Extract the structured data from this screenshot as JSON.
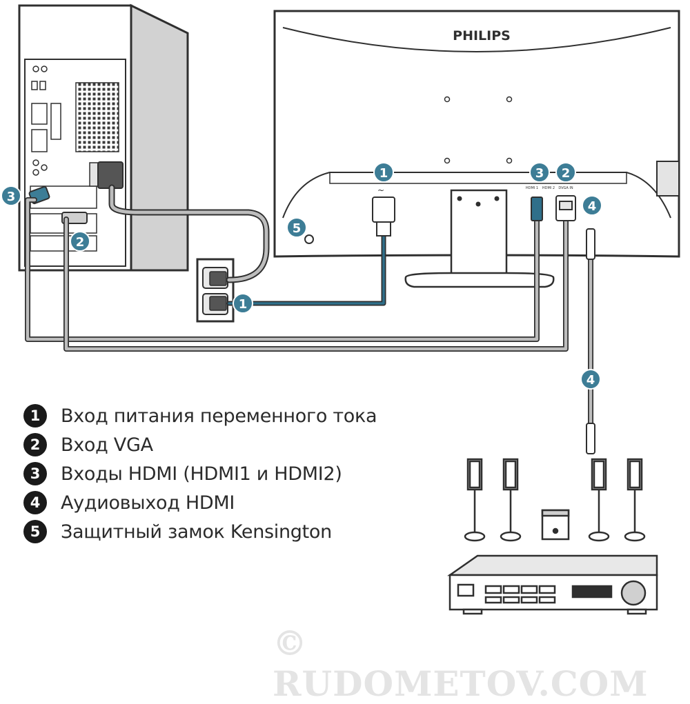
{
  "monitor": {
    "brand": "PHILIPS"
  },
  "ports": {
    "ac_symbol": "~",
    "hdmi1": "HDMI 1",
    "hdmi2": "HDMI 2",
    "vga": "DVGA IN"
  },
  "callouts": [
    "1",
    "2",
    "3",
    "4",
    "5"
  ],
  "legend": {
    "items": [
      {
        "number": "1",
        "text": "Вход питания переменного тока"
      },
      {
        "number": "2",
        "text": "Вход VGA"
      },
      {
        "number": "3",
        "text": "Входы HDMI (HDMI1 и HDMI2)"
      },
      {
        "number": "4",
        "text": "Аудиовыход HDMI"
      },
      {
        "number": "5",
        "text": "Защитный замок Kensington"
      }
    ]
  },
  "watermark": "© RUDOMETOV.COM",
  "colors": {
    "line": "#2f2f2f",
    "cable_gray": "#bdbdbd",
    "cable_blue": "#2f6f8a",
    "badge_blue": "#3d7d96",
    "panel": "#ffffff"
  }
}
